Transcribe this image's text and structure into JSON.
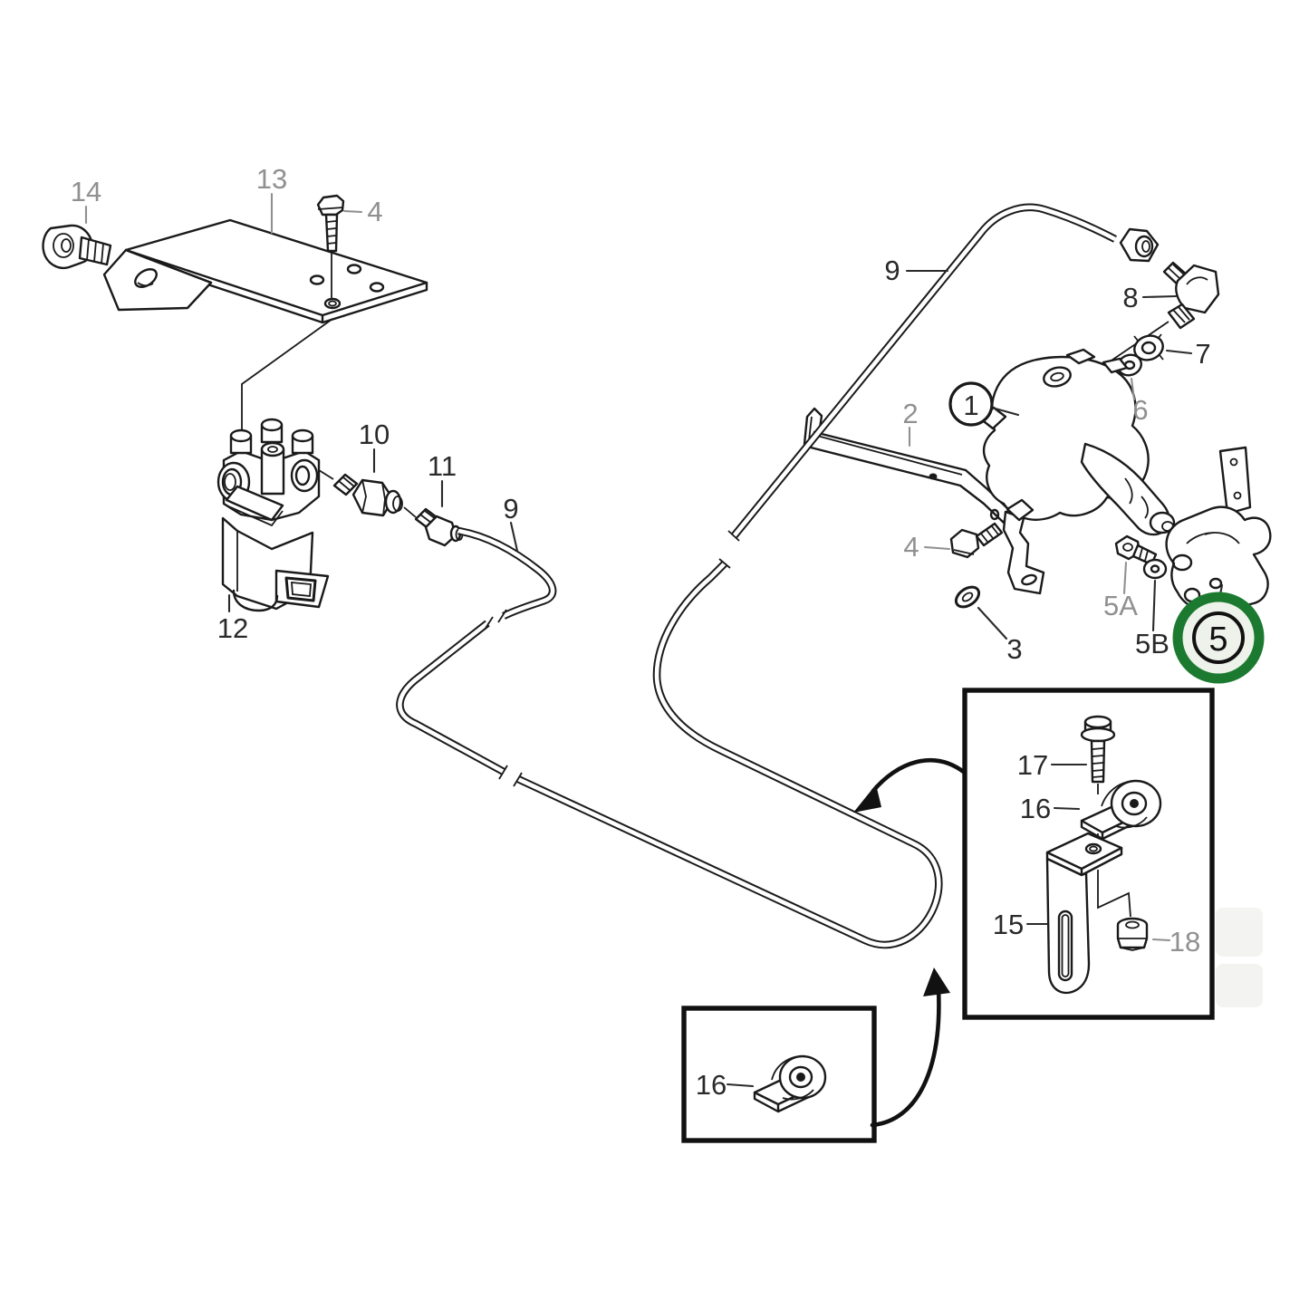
{
  "diagram": {
    "type": "exploded-parts-diagram",
    "background": "#ffffff",
    "line_color": "#1a1a1a",
    "label_gray_color": "#909090",
    "label_black_color": "#2a2a2a",
    "highlight": {
      "part": "5",
      "ring_color": "#1c7a30",
      "inner_fill": "#edf2ea"
    }
  },
  "labels": {
    "n1": "1",
    "n2": "2",
    "n3": "3",
    "n4_top": "4",
    "n4_mid": "4",
    "n5": "5",
    "n5a": "5A",
    "n5b": "5B",
    "n6": "6",
    "n7": "7",
    "n8": "8",
    "n9_left": "9",
    "n9_right": "9",
    "n10": "10",
    "n11": "11",
    "n12": "12",
    "n13": "13",
    "n14": "14",
    "n15": "15",
    "n16_inset": "16",
    "n16_detail": "16",
    "n17": "17",
    "n18": "18"
  }
}
